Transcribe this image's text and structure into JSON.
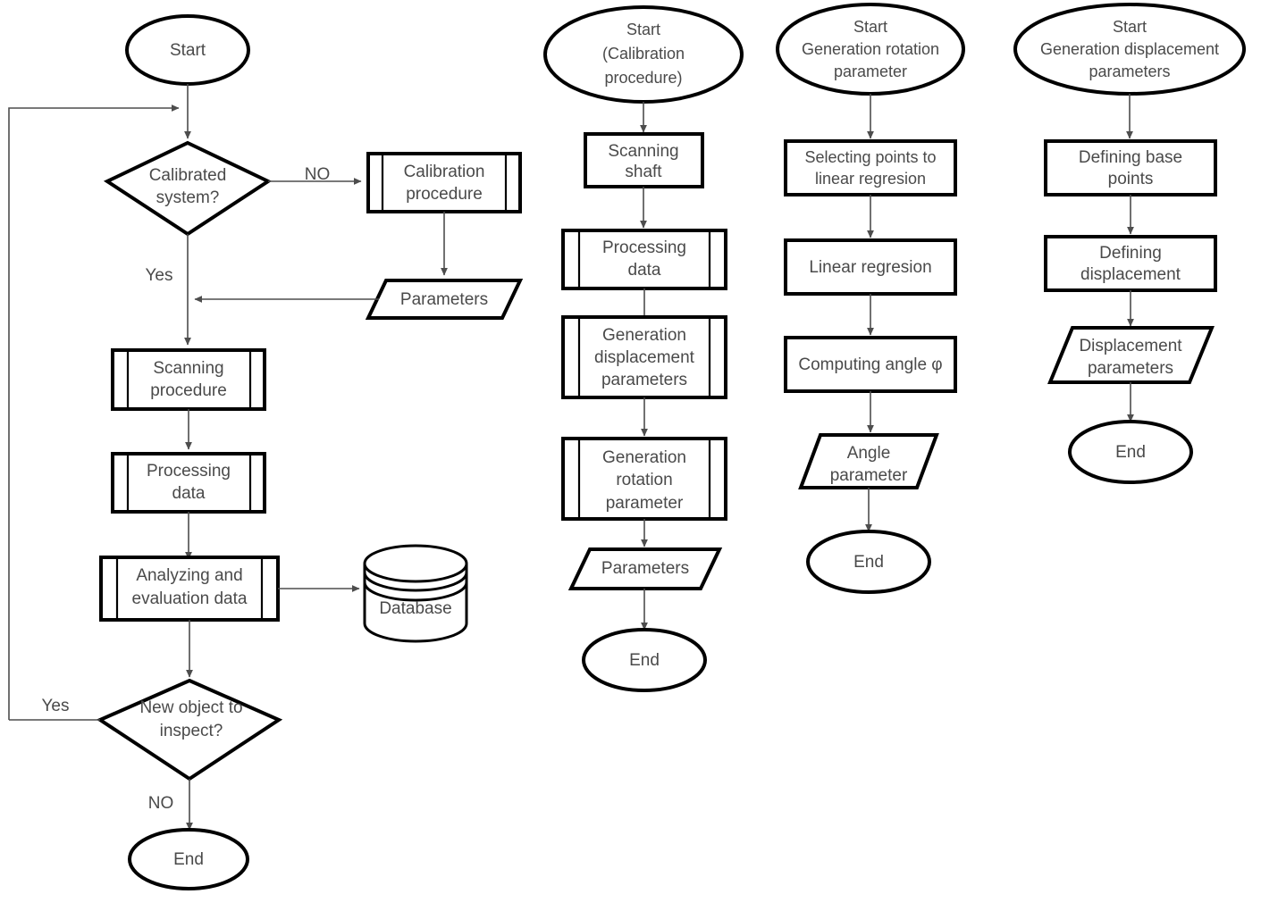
{
  "diagram": {
    "title": "Inspection system flowchart with calibration and parameter generation subprocedures",
    "colors": {
      "background": "#ffffff",
      "stroke": "#000000",
      "connector": "#4d4d4d",
      "text": "#4a4a4a"
    }
  },
  "columns": [
    {
      "id": "main-process",
      "nodes": [
        {
          "id": "c1-start",
          "type": "terminator",
          "lines": [
            "Start"
          ]
        },
        {
          "id": "c1-calibrated",
          "type": "decision",
          "lines": [
            "Calibrated",
            "system?"
          ]
        },
        {
          "id": "c1-calibproc",
          "type": "predefined",
          "lines": [
            "Calibration",
            "procedure"
          ]
        },
        {
          "id": "c1-params",
          "type": "data",
          "lines": [
            "Parameters"
          ]
        },
        {
          "id": "c1-scanproc",
          "type": "predefined",
          "lines": [
            "Scanning",
            "procedure"
          ]
        },
        {
          "id": "c1-procdata",
          "type": "predefined",
          "lines": [
            "Processing",
            "data"
          ]
        },
        {
          "id": "c1-analyze",
          "type": "predefined",
          "lines": [
            "Analyzing and",
            "evaluation data"
          ]
        },
        {
          "id": "c1-database",
          "type": "database",
          "lines": [
            "Database"
          ]
        },
        {
          "id": "c1-newobject",
          "type": "decision",
          "lines": [
            "New object to",
            "inspect?"
          ]
        },
        {
          "id": "c1-end",
          "type": "terminator",
          "lines": [
            "End"
          ]
        }
      ],
      "edge_labels": [
        {
          "id": "edge-no-calibrated",
          "text": "NO"
        },
        {
          "id": "edge-yes-calibrated",
          "text": "Yes"
        },
        {
          "id": "edge-yes-newobject",
          "text": "Yes"
        },
        {
          "id": "edge-no-newobject",
          "text": "NO"
        }
      ]
    },
    {
      "id": "calibration-procedure",
      "nodes": [
        {
          "id": "c2-start",
          "type": "terminator",
          "lines": [
            "Start",
            "(Calibration",
            "procedure)"
          ]
        },
        {
          "id": "c2-scanshaft",
          "type": "process",
          "lines": [
            "Scanning",
            "shaft"
          ]
        },
        {
          "id": "c2-procdata",
          "type": "predefined",
          "lines": [
            "Processing",
            "data"
          ]
        },
        {
          "id": "c2-gendisp",
          "type": "predefined",
          "lines": [
            "Generation",
            "displacement",
            "parameters"
          ]
        },
        {
          "id": "c2-genrot",
          "type": "predefined",
          "lines": [
            "Generation",
            "rotation",
            "parameter"
          ]
        },
        {
          "id": "c2-params",
          "type": "data",
          "lines": [
            "Parameters"
          ]
        },
        {
          "id": "c2-end",
          "type": "terminator",
          "lines": [
            "End"
          ]
        }
      ]
    },
    {
      "id": "generation-rotation-parameter",
      "nodes": [
        {
          "id": "c3-start",
          "type": "terminator",
          "lines": [
            "Start",
            "Generation rotation",
            "parameter"
          ]
        },
        {
          "id": "c3-selecting",
          "type": "process",
          "lines": [
            "Selecting points to",
            "linear regresion"
          ]
        },
        {
          "id": "c3-linreg",
          "type": "process",
          "lines": [
            "Linear regresion"
          ]
        },
        {
          "id": "c3-angle",
          "type": "process",
          "lines": [
            "Computing angle φ"
          ]
        },
        {
          "id": "c3-angleparam",
          "type": "data",
          "lines": [
            "Angle",
            "parameter"
          ]
        },
        {
          "id": "c3-end",
          "type": "terminator",
          "lines": [
            "End"
          ]
        }
      ]
    },
    {
      "id": "generation-displacement-parameters",
      "nodes": [
        {
          "id": "c4-start",
          "type": "terminator",
          "lines": [
            "Start",
            "Generation displacement",
            "parameters"
          ]
        },
        {
          "id": "c4-basepts",
          "type": "process",
          "lines": [
            "Defining base",
            "points"
          ]
        },
        {
          "id": "c4-defdisp",
          "type": "process",
          "lines": [
            "Defining",
            "displacement"
          ]
        },
        {
          "id": "c4-dispparam",
          "type": "data",
          "lines": [
            "Displacement",
            "parameters"
          ]
        },
        {
          "id": "c4-end",
          "type": "terminator",
          "lines": [
            "End"
          ]
        }
      ]
    }
  ],
  "labels": {
    "c1_start_1": "Start",
    "c1_calibrated_1": "Calibrated",
    "c1_calibrated_2": "system?",
    "c1_no": "NO",
    "c1_calibproc_1": "Calibration",
    "c1_calibproc_2": "procedure",
    "c1_params_1": "Parameters",
    "c1_yes": "Yes",
    "c1_scanproc_1": "Scanning",
    "c1_scanproc_2": "procedure",
    "c1_procdata_1": "Processing",
    "c1_procdata_2": "data",
    "c1_analyze_1": "Analyzing and",
    "c1_analyze_2": "evaluation data",
    "c1_database_1": "Database",
    "c1_newobject_1": "New object to",
    "c1_newobject_2": "inspect?",
    "c1_yes2": "Yes",
    "c1_no2": "NO",
    "c1_end_1": "End",
    "c2_start_1": "Start",
    "c2_start_2": "(Calibration",
    "c2_start_3": "procedure)",
    "c2_scanshaft_1": "Scanning",
    "c2_scanshaft_2": "shaft",
    "c2_procdata_1": "Processing",
    "c2_procdata_2": "data",
    "c2_gendisp_1": "Generation",
    "c2_gendisp_2": "displacement",
    "c2_gendisp_3": "parameters",
    "c2_genrot_1": "Generation",
    "c2_genrot_2": "rotation",
    "c2_genrot_3": "parameter",
    "c2_params_1": "Parameters",
    "c2_end_1": "End",
    "c3_start_1": "Start",
    "c3_start_2": "Generation rotation",
    "c3_start_3": "parameter",
    "c3_selecting_1": "Selecting points to",
    "c3_selecting_2": "linear regresion",
    "c3_linreg_1": "Linear regresion",
    "c3_angle_1": "Computing angle φ",
    "c3_angleparam_1": "Angle",
    "c3_angleparam_2": "parameter",
    "c3_end_1": "End",
    "c4_start_1": "Start",
    "c4_start_2": "Generation displacement",
    "c4_start_3": "parameters",
    "c4_basepts_1": "Defining base",
    "c4_basepts_2": "points",
    "c4_defdisp_1": "Defining",
    "c4_defdisp_2": "displacement",
    "c4_dispparam_1": "Displacement",
    "c4_dispparam_2": "parameters",
    "c4_end_1": "End"
  }
}
